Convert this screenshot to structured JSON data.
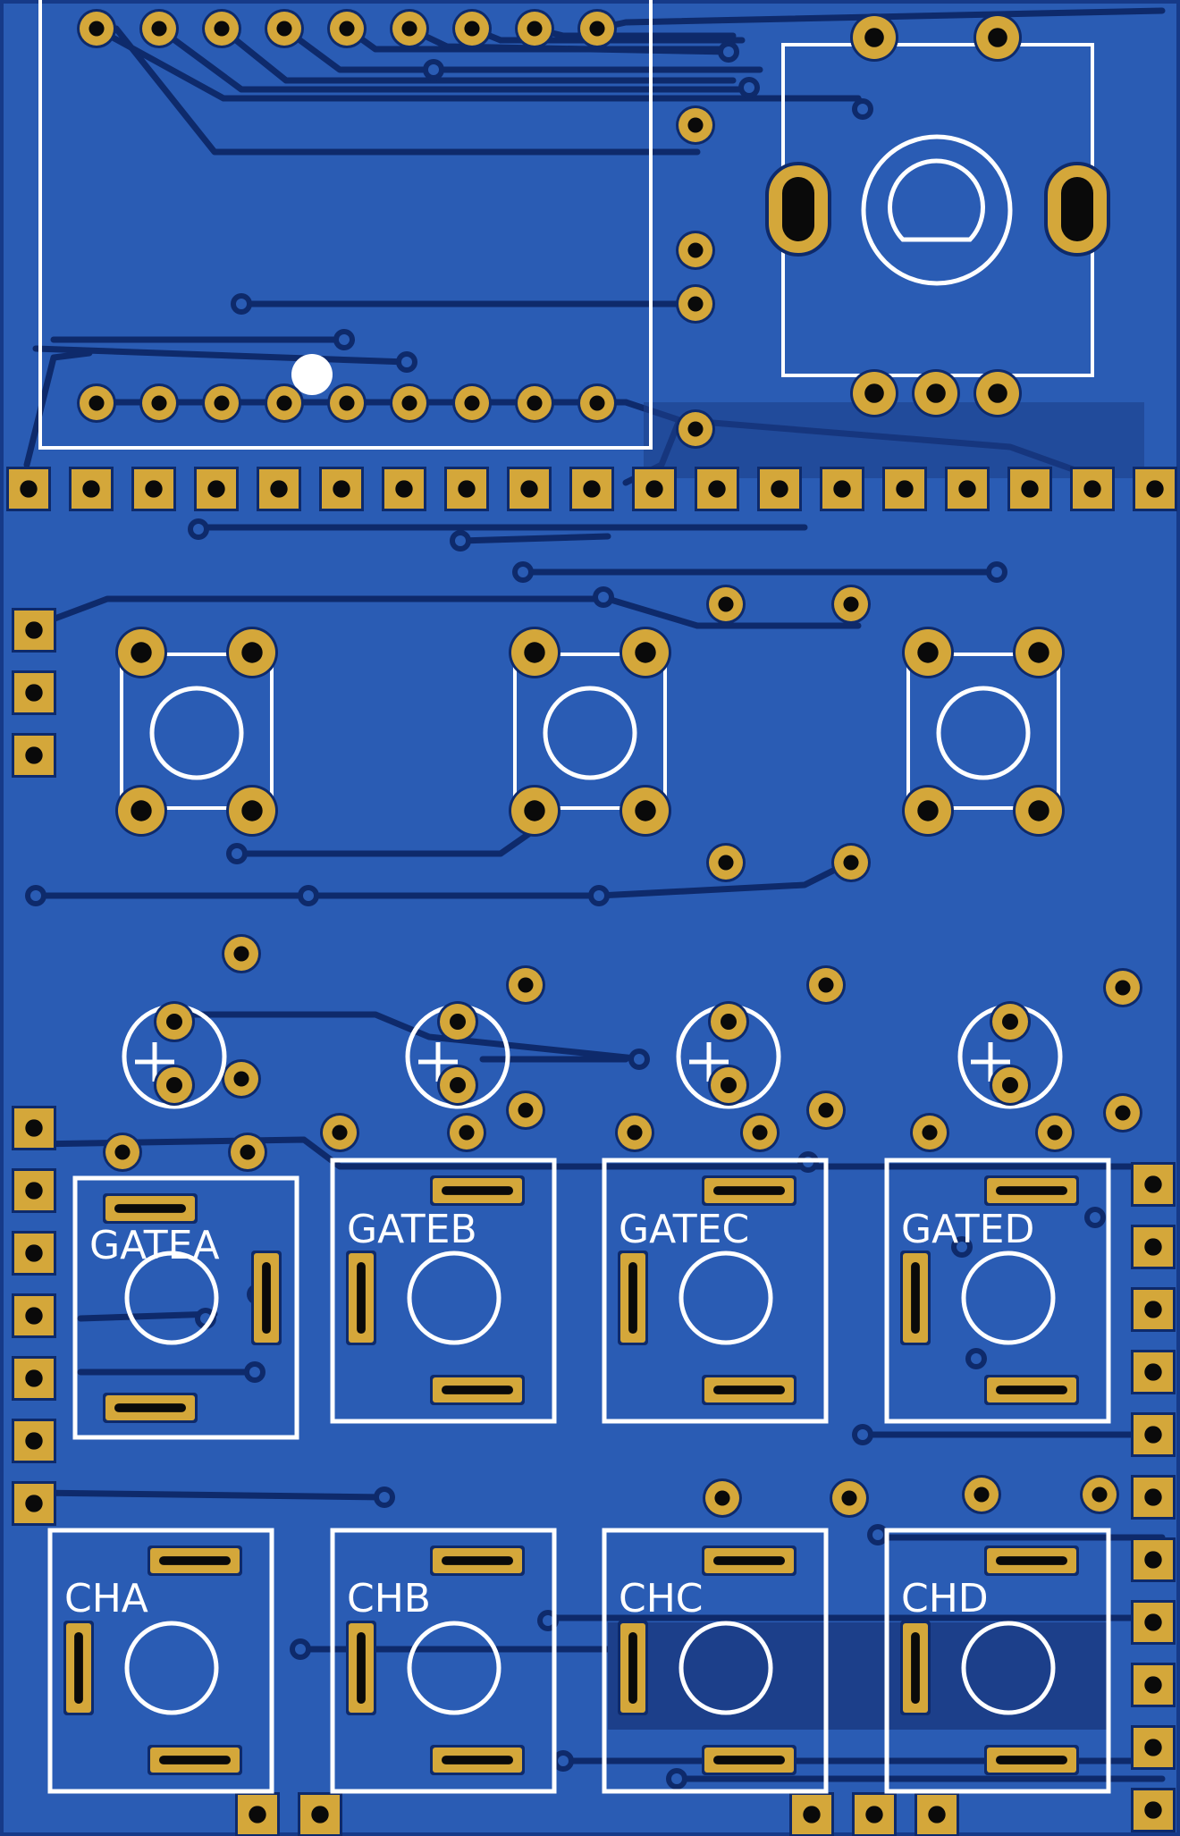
{
  "board": {
    "colors": {
      "copper_fill": "#2a5cb4",
      "board_edge": "#163a88",
      "trace": "#0e2a6b",
      "pad": "#d4a73a",
      "hole": "#0a0a0a",
      "silkscreen": "#ffffff"
    },
    "gate_labels": [
      "GATEA",
      "GATEB",
      "GATEC",
      "GATED"
    ],
    "channel_labels": [
      "CHA",
      "CHB",
      "CHC",
      "CHD"
    ],
    "header_pin_count": 19,
    "encoder": {
      "icon": "rotary-encoder-icon"
    },
    "buttons": {
      "icon": "tactile-switch-icon",
      "count": 3
    },
    "leds": {
      "icon": "led-plus-icon",
      "count": 4
    },
    "jacks": {
      "icon": "mono-jack-icon",
      "count": 8
    }
  }
}
